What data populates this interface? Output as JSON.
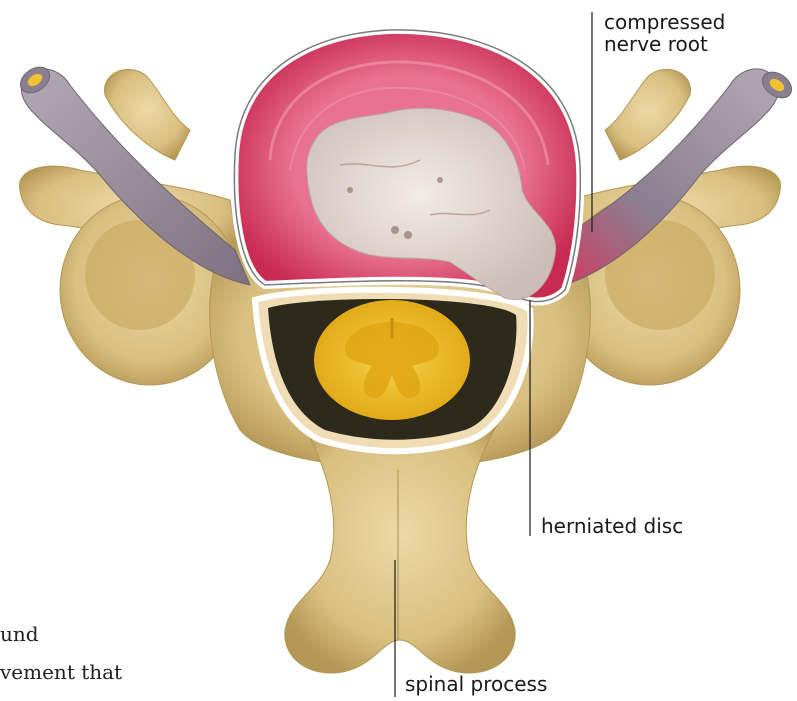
{
  "labels": {
    "nerve_root": [
      "compressed",
      "nerve root"
    ],
    "herniated_disc": "herniated disc",
    "spinal_process": "spinal process"
  },
  "cropped_text": {
    "line1": "und",
    "line2": "vement that"
  },
  "colors": {
    "bone": "#d9bf80",
    "bone_shadow": "#b39755",
    "bone_highlight": "#ecd9a6",
    "annulus": "#d9355f",
    "annulus_light": "#e8728f",
    "nucleus": "#e4d8d4",
    "nerve": "#8b7f8f",
    "nerve_highlight": "#b3a8b5",
    "nerve_compressed": "#d6335c",
    "nerve_end": "#f1c232",
    "spinal_cord": "#f0c419",
    "spinal_cord_inner": "#e0a613",
    "canal_dark": "#2d2a1c",
    "leader_line": "#1a1a1a"
  }
}
